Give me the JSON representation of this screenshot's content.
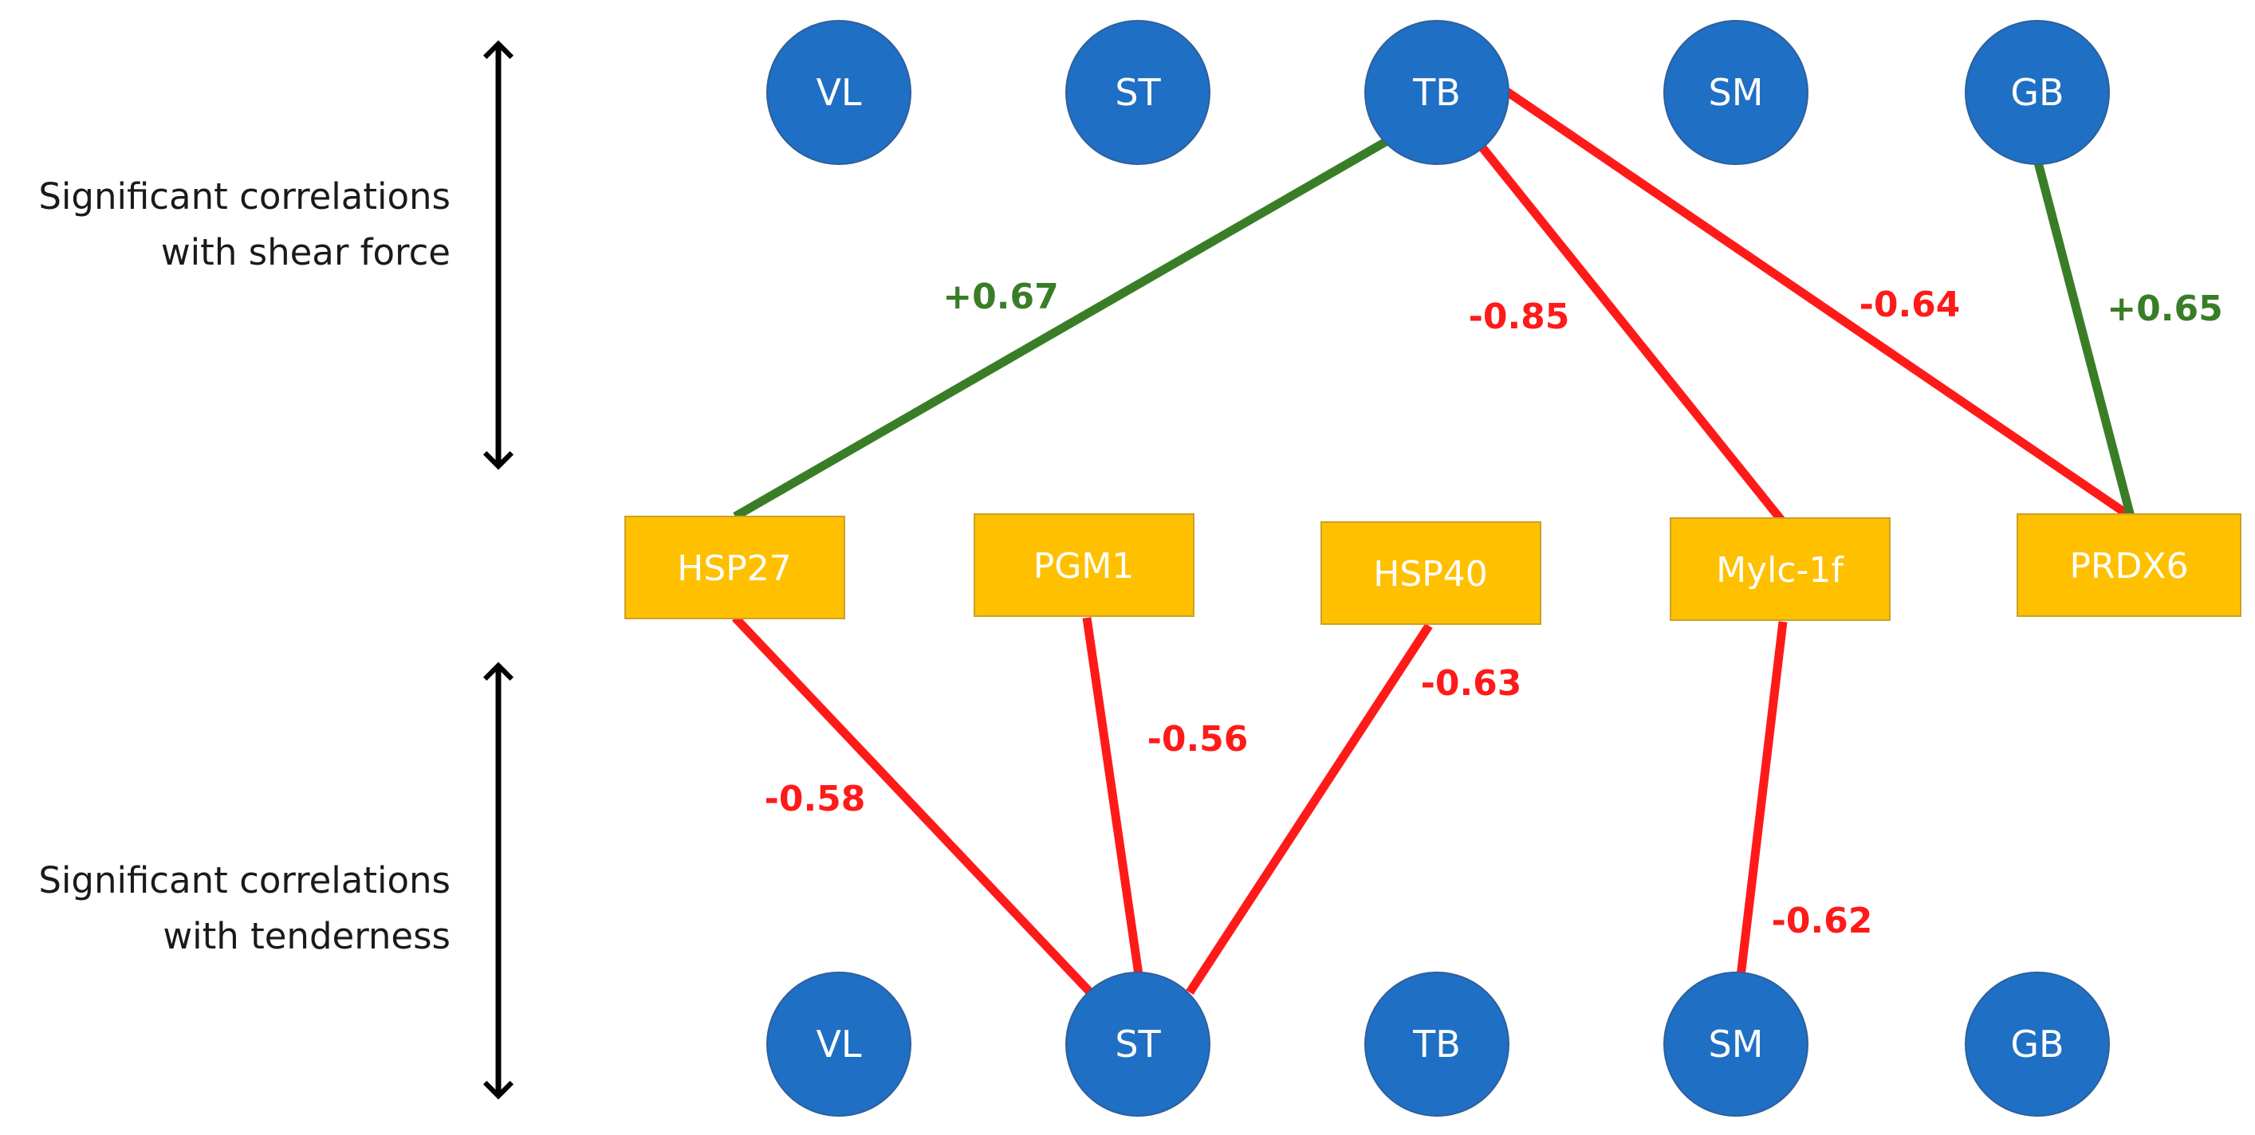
{
  "side_labels": {
    "shear_line1": "Significant correlations",
    "shear_line2": "with shear force",
    "tender_line1": "Significant correlations",
    "tender_line2": "with tenderness"
  },
  "top_muscles": [
    "VL",
    "ST",
    "TB",
    "SM",
    "GB"
  ],
  "bottom_muscles": [
    "VL",
    "ST",
    "TB",
    "SM",
    "GB"
  ],
  "proteins": [
    "HSP27",
    "PGM1",
    "HSP40",
    "Mylc-1f",
    "PRDX6"
  ],
  "correlations": [
    {
      "value": "+0.67",
      "from": "top.TB",
      "to": "HSP27",
      "color": "#3a7d27"
    },
    {
      "value": "-0.85",
      "from": "top.TB",
      "to": "Mylc-1f",
      "color": "#ff1a1a"
    },
    {
      "value": "-0.64",
      "from": "top.TB",
      "to": "PRDX6",
      "color": "#ff1a1a"
    },
    {
      "value": "+0.65",
      "from": "top.GB",
      "to": "PRDX6",
      "color": "#3a7d27"
    },
    {
      "value": "-0.58",
      "from": "HSP27",
      "to": "bottom.ST",
      "color": "#ff1a1a"
    },
    {
      "value": "-0.56",
      "from": "PGM1",
      "to": "bottom.ST",
      "color": "#ff1a1a"
    },
    {
      "value": "-0.63",
      "from": "HSP40",
      "to": "bottom.ST",
      "color": "#ff1a1a"
    },
    {
      "value": "-0.62",
      "from": "Mylc-1f",
      "to": "bottom.SM",
      "color": "#ff1a1a"
    }
  ],
  "colors": {
    "muscle_node": "#1f6fc5",
    "protein_box": "#ffc000",
    "positive": "#3a7d27",
    "negative": "#ff1a1a",
    "arrow": "#000000"
  }
}
